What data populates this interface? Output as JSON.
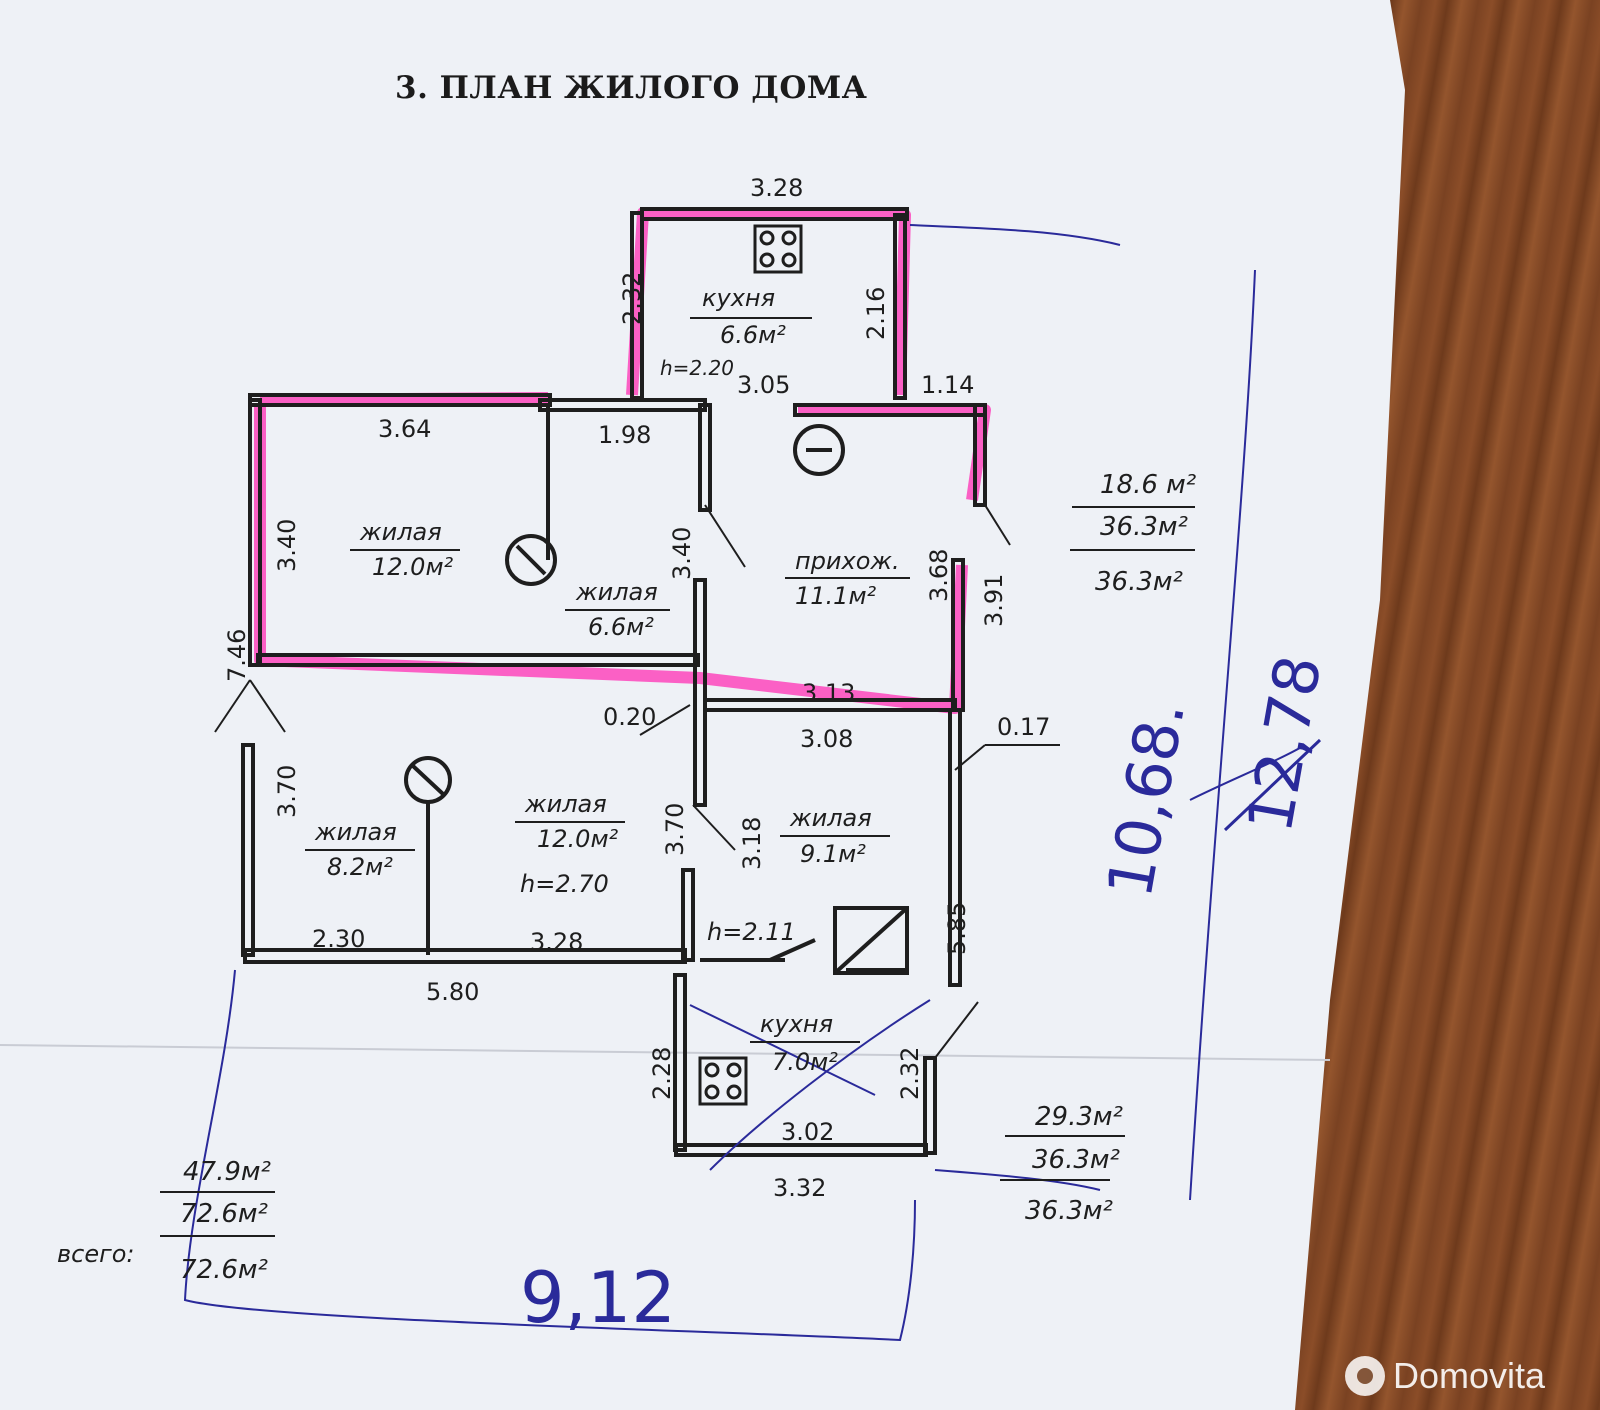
{
  "title": "3. ПЛАН ЖИЛОГО ДОМА",
  "rooms": [
    {
      "name": "кухня",
      "area": "6.6м²"
    },
    {
      "name": "жилая",
      "area": "12.0м²"
    },
    {
      "name": "жилая",
      "area": "6.6м²"
    },
    {
      "name": "прихож.",
      "area": "11.1м²"
    },
    {
      "name": "жилая",
      "area": "8.2м²"
    },
    {
      "name": "жилая",
      "area": "12.0м²"
    },
    {
      "name": "жилая",
      "area": "9.1м²"
    },
    {
      "name": "кухня",
      "area": "7.0м²"
    }
  ],
  "heights": [
    "h=2.20",
    "h=2.70",
    "h=2.11"
  ],
  "dimensions": [
    "3.28",
    "2.32",
    "2.16",
    "3.05",
    "1.14",
    "3.64",
    "1.98",
    "3.40",
    "3.40",
    "3.68",
    "3.91",
    "7.46",
    "0.20",
    "3.13",
    "3.08",
    "0.17",
    "3.70",
    "3.70",
    "3.18",
    "2.30",
    "3.28",
    "5.80",
    "5.85",
    "2.28",
    "2.32",
    "3.02",
    "3.32"
  ],
  "summary_right": {
    "line1": "18.6 м²",
    "line2": "36.3м²",
    "line3": "36.3м²"
  },
  "summary_bottom_right": {
    "line1": "29.3м²",
    "line2": "36.3м²",
    "line3": "36.3м²"
  },
  "summary_left": {
    "line1": "47.9м²",
    "line2": "72.6м²",
    "total_label": "всего:",
    "total": "72.6м²"
  },
  "handwritten": {
    "vertical": "10,68.",
    "bottom": "9,12",
    "crossed": "12,78"
  },
  "logo_text": "Domovita",
  "colors": {
    "highlight": "#ff2fb4",
    "ink": "#2a2a9a",
    "wall": "#1e1e1e"
  }
}
